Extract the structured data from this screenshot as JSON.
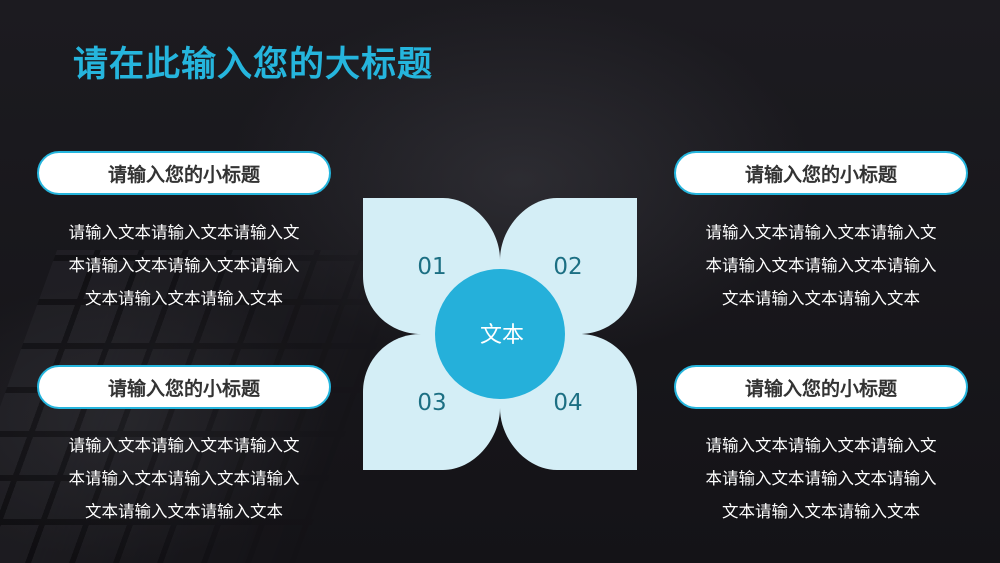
{
  "title": "请在此输入您的大标题",
  "center_label": "文本",
  "petals": [
    "01",
    "02",
    "03",
    "04"
  ],
  "blocks": [
    {
      "subtitle": "请输入您的小标题",
      "lines": [
        "请输入文本请输入文本请输入文",
        "本请输入文本请输入文本请输入",
        "文本请输入文本请输入文本"
      ]
    },
    {
      "subtitle": "请输入您的小标题",
      "lines": [
        "请输入文本请输入文本请输入文",
        "本请输入文本请输入文本请输入",
        "文本请输入文本请输入文本"
      ]
    },
    {
      "subtitle": "请输入您的小标题",
      "lines": [
        "请输入文本请输入文本请输入文",
        "本请输入文本请输入文本请输入",
        "文本请输入文本请输入文本"
      ]
    },
    {
      "subtitle": "请输入您的小标题",
      "lines": [
        "请输入文本请输入文本请输入文",
        "本请输入文本请输入文本请输入",
        "文本请输入文本请输入文本"
      ]
    }
  ],
  "colors": {
    "accent": "#25b5dd",
    "petal": "#d4eef6",
    "petal_text": "#1c6f83",
    "background": "#17161b"
  }
}
